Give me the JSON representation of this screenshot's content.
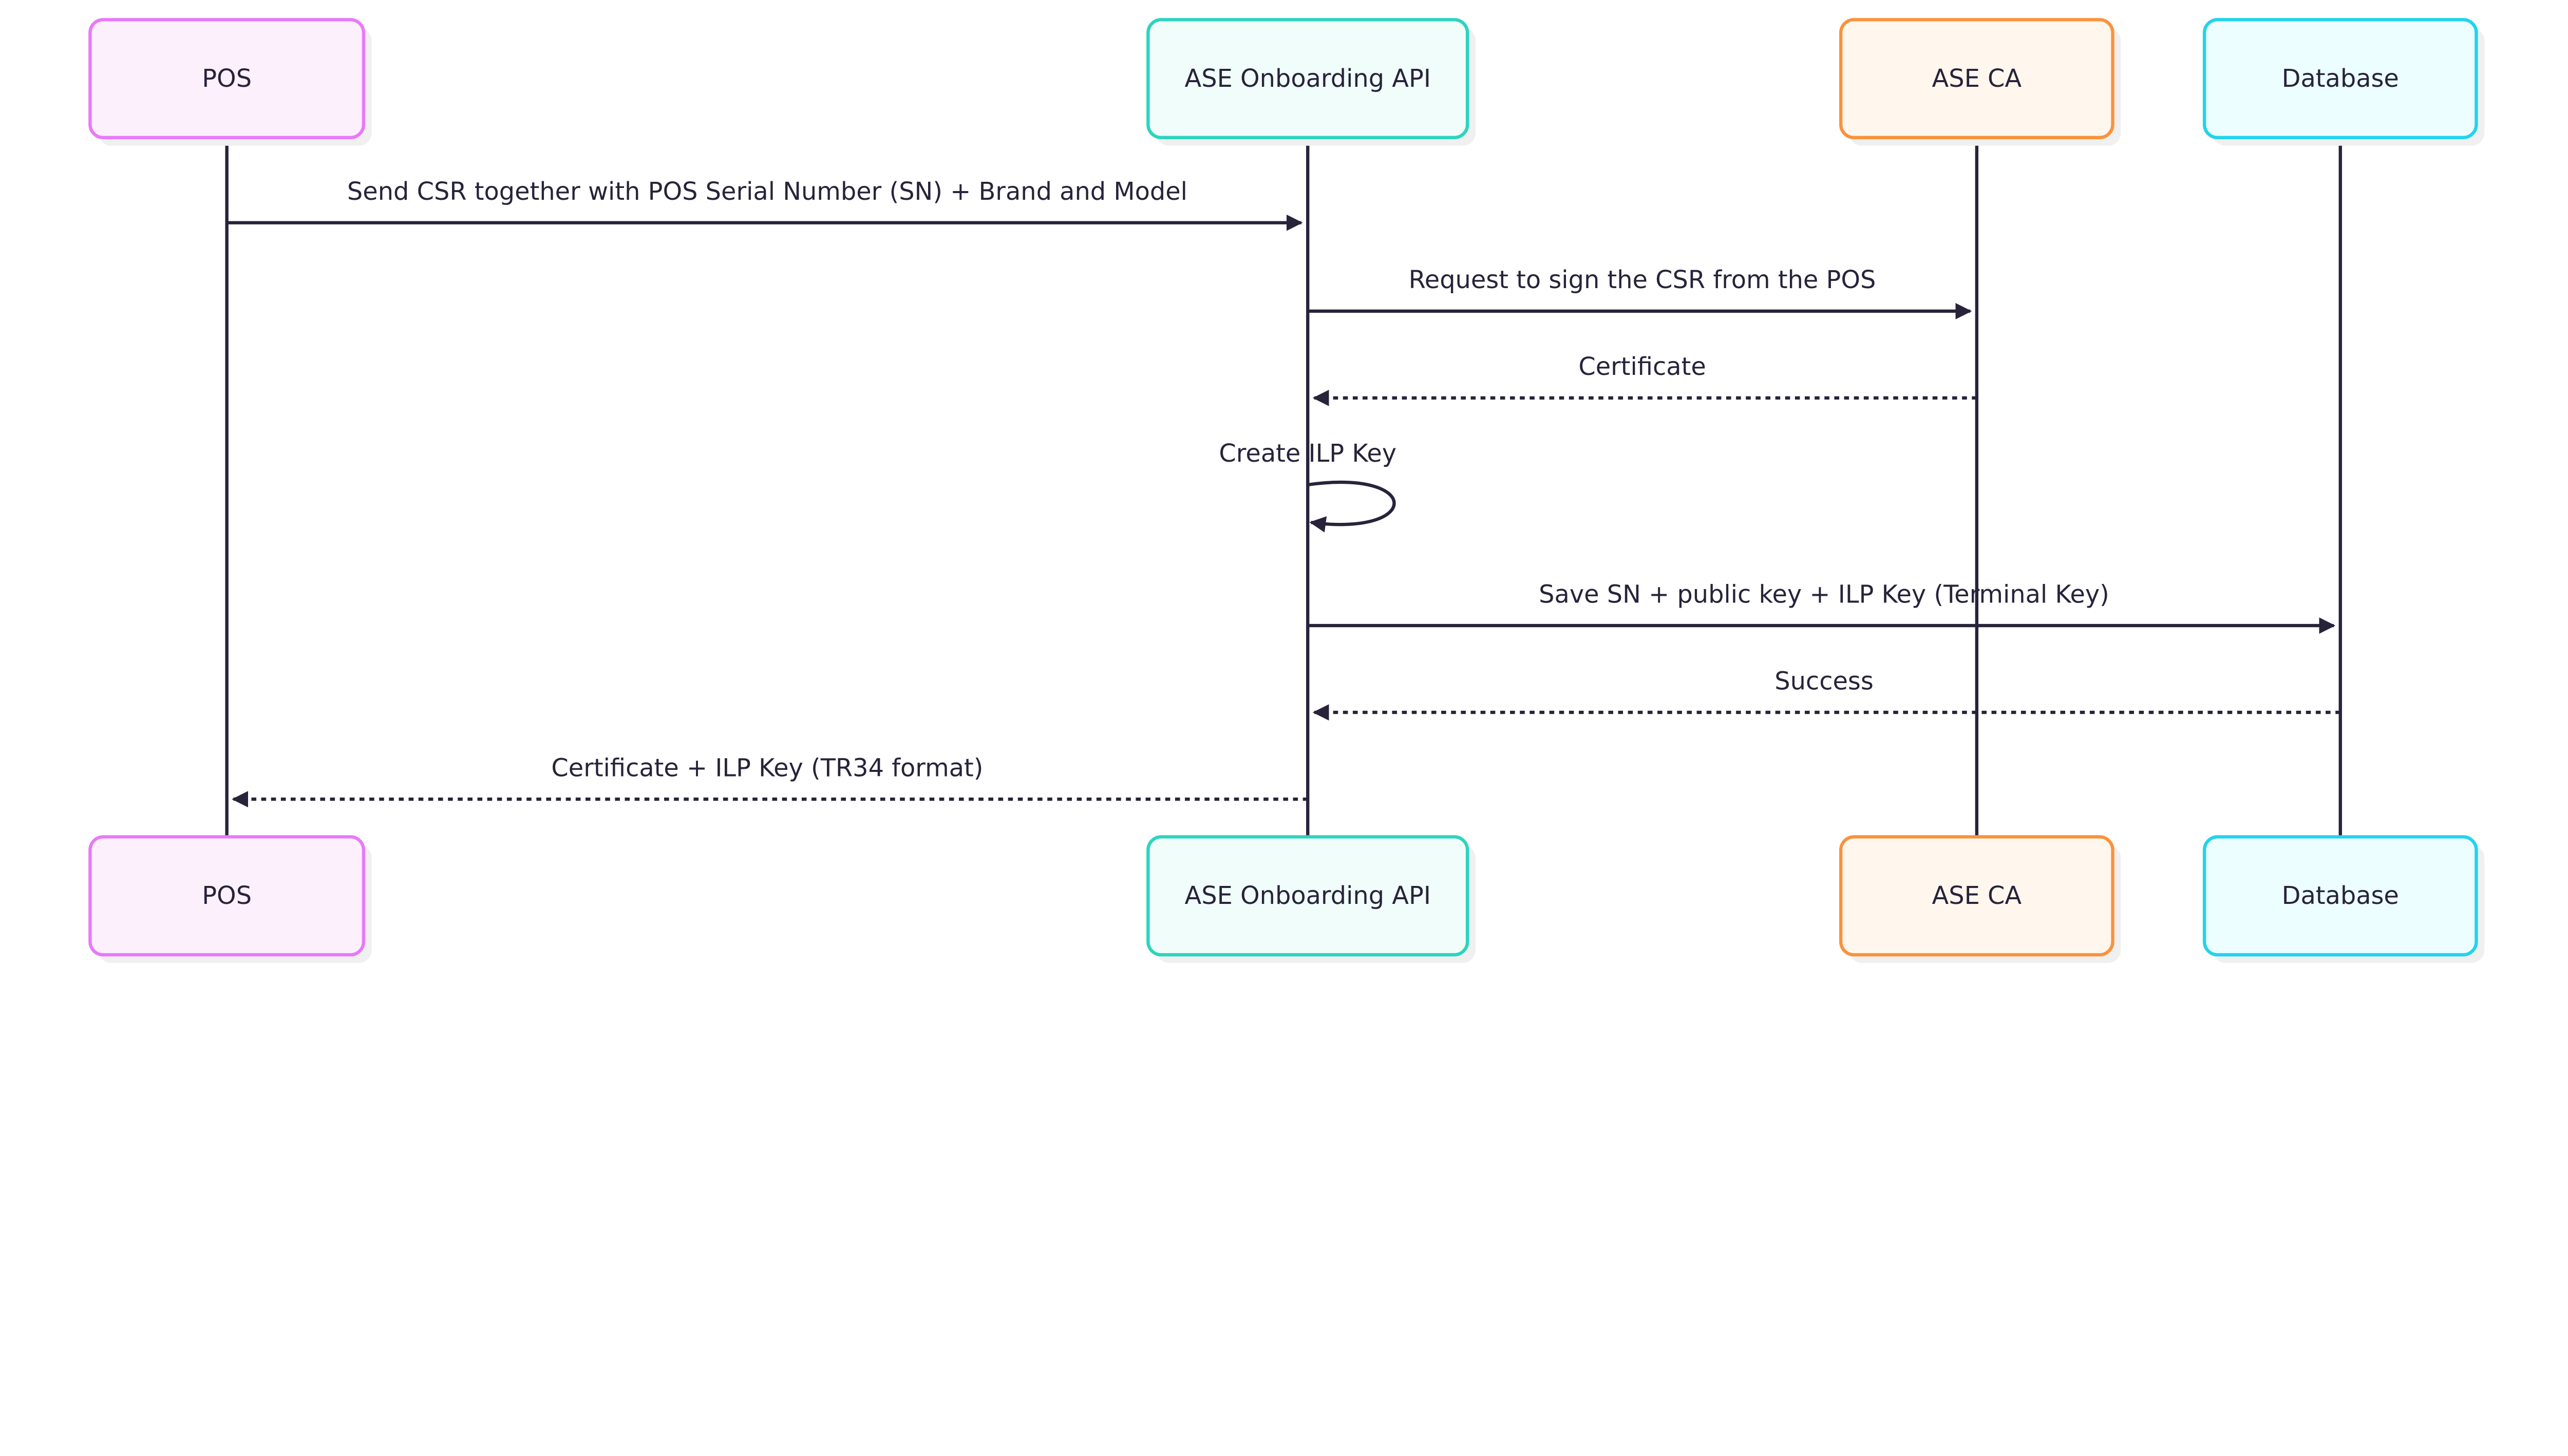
{
  "participants": [
    {
      "id": "pos",
      "label": "POS",
      "stroke": "#e879f9",
      "fill": "#fdf0fd"
    },
    {
      "id": "api",
      "label": "ASE Onboarding API",
      "stroke": "#2dd4bf",
      "fill": "#f0fdfa"
    },
    {
      "id": "ca",
      "label": "ASE CA",
      "stroke": "#fb923c",
      "fill": "#fff7ed"
    },
    {
      "id": "db",
      "label": "Database",
      "stroke": "#22d3ee",
      "fill": "#ecfeff"
    }
  ],
  "messages": [
    {
      "from": "pos",
      "to": "api",
      "label": "Send CSR together with POS Serial Number (SN) + Brand and Model",
      "style": "solid"
    },
    {
      "from": "api",
      "to": "ca",
      "label": "Request to sign the CSR from the POS",
      "style": "solid"
    },
    {
      "from": "ca",
      "to": "api",
      "label": "Certificate",
      "style": "dashed"
    },
    {
      "from": "api",
      "to": "api",
      "label": "Create ILP Key",
      "style": "solid"
    },
    {
      "from": "api",
      "to": "db",
      "label": "Save SN + public key + ILP Key (Terminal Key)",
      "style": "solid"
    },
    {
      "from": "db",
      "to": "api",
      "label": "Success",
      "style": "dashed"
    },
    {
      "from": "api",
      "to": "pos",
      "label": "Certificate + ILP Key (TR34 format)",
      "style": "dashed"
    }
  ],
  "colors": {
    "line": "#28233a",
    "shadow": "#f0f0f0"
  }
}
